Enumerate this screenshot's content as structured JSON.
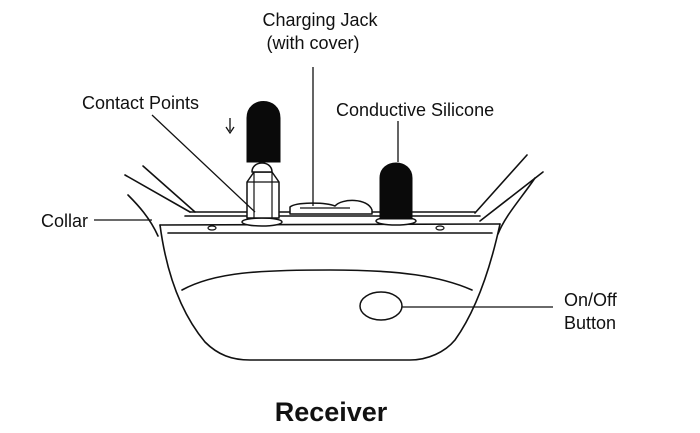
{
  "labels": {
    "charging_jack_line1": "Charging Jack",
    "charging_jack_line2": "(with cover)",
    "contact_points": "Contact Points",
    "conductive_silicone": "Conductive Silicone",
    "collar": "Collar",
    "on_off_line1": "On/Off",
    "on_off_line2": "Button"
  },
  "title": "Receiver",
  "colors": {
    "ink": "#111111",
    "background": "#ffffff",
    "cap_fill": "#0a0a0a"
  }
}
